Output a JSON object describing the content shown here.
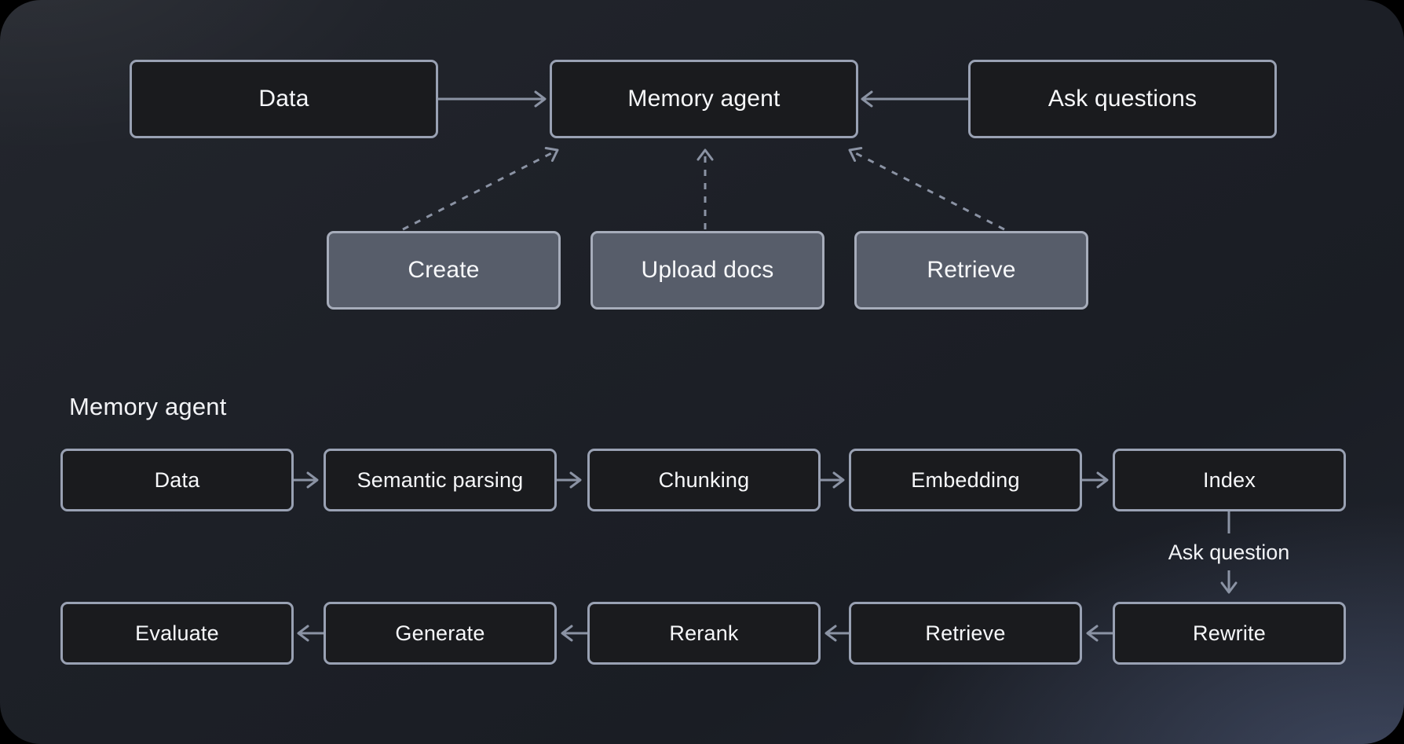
{
  "colors": {
    "background_outer": "#000000",
    "node_dark_fill": "#1a1b1e",
    "node_light_fill": "#575d6a",
    "node_border": "#99a1b3",
    "arrow": "#8b93a4",
    "text": "#f7f8fa"
  },
  "overview_diagram": {
    "nodes": {
      "data": "Data",
      "memory_agent": "Memory agent",
      "ask_questions": "Ask questions",
      "create": "Create",
      "upload_docs": "Upload docs",
      "retrieve": "Retrieve"
    }
  },
  "detail_diagram": {
    "title": "Memory agent",
    "ingest_row": [
      "Data",
      "Semantic parsing",
      "Chunking",
      "Embedding",
      "Index"
    ],
    "query_row": [
      "Evaluate",
      "Generate",
      "Rerank",
      "Retrieve",
      "Rewrite"
    ],
    "connector_label": "Ask question"
  }
}
